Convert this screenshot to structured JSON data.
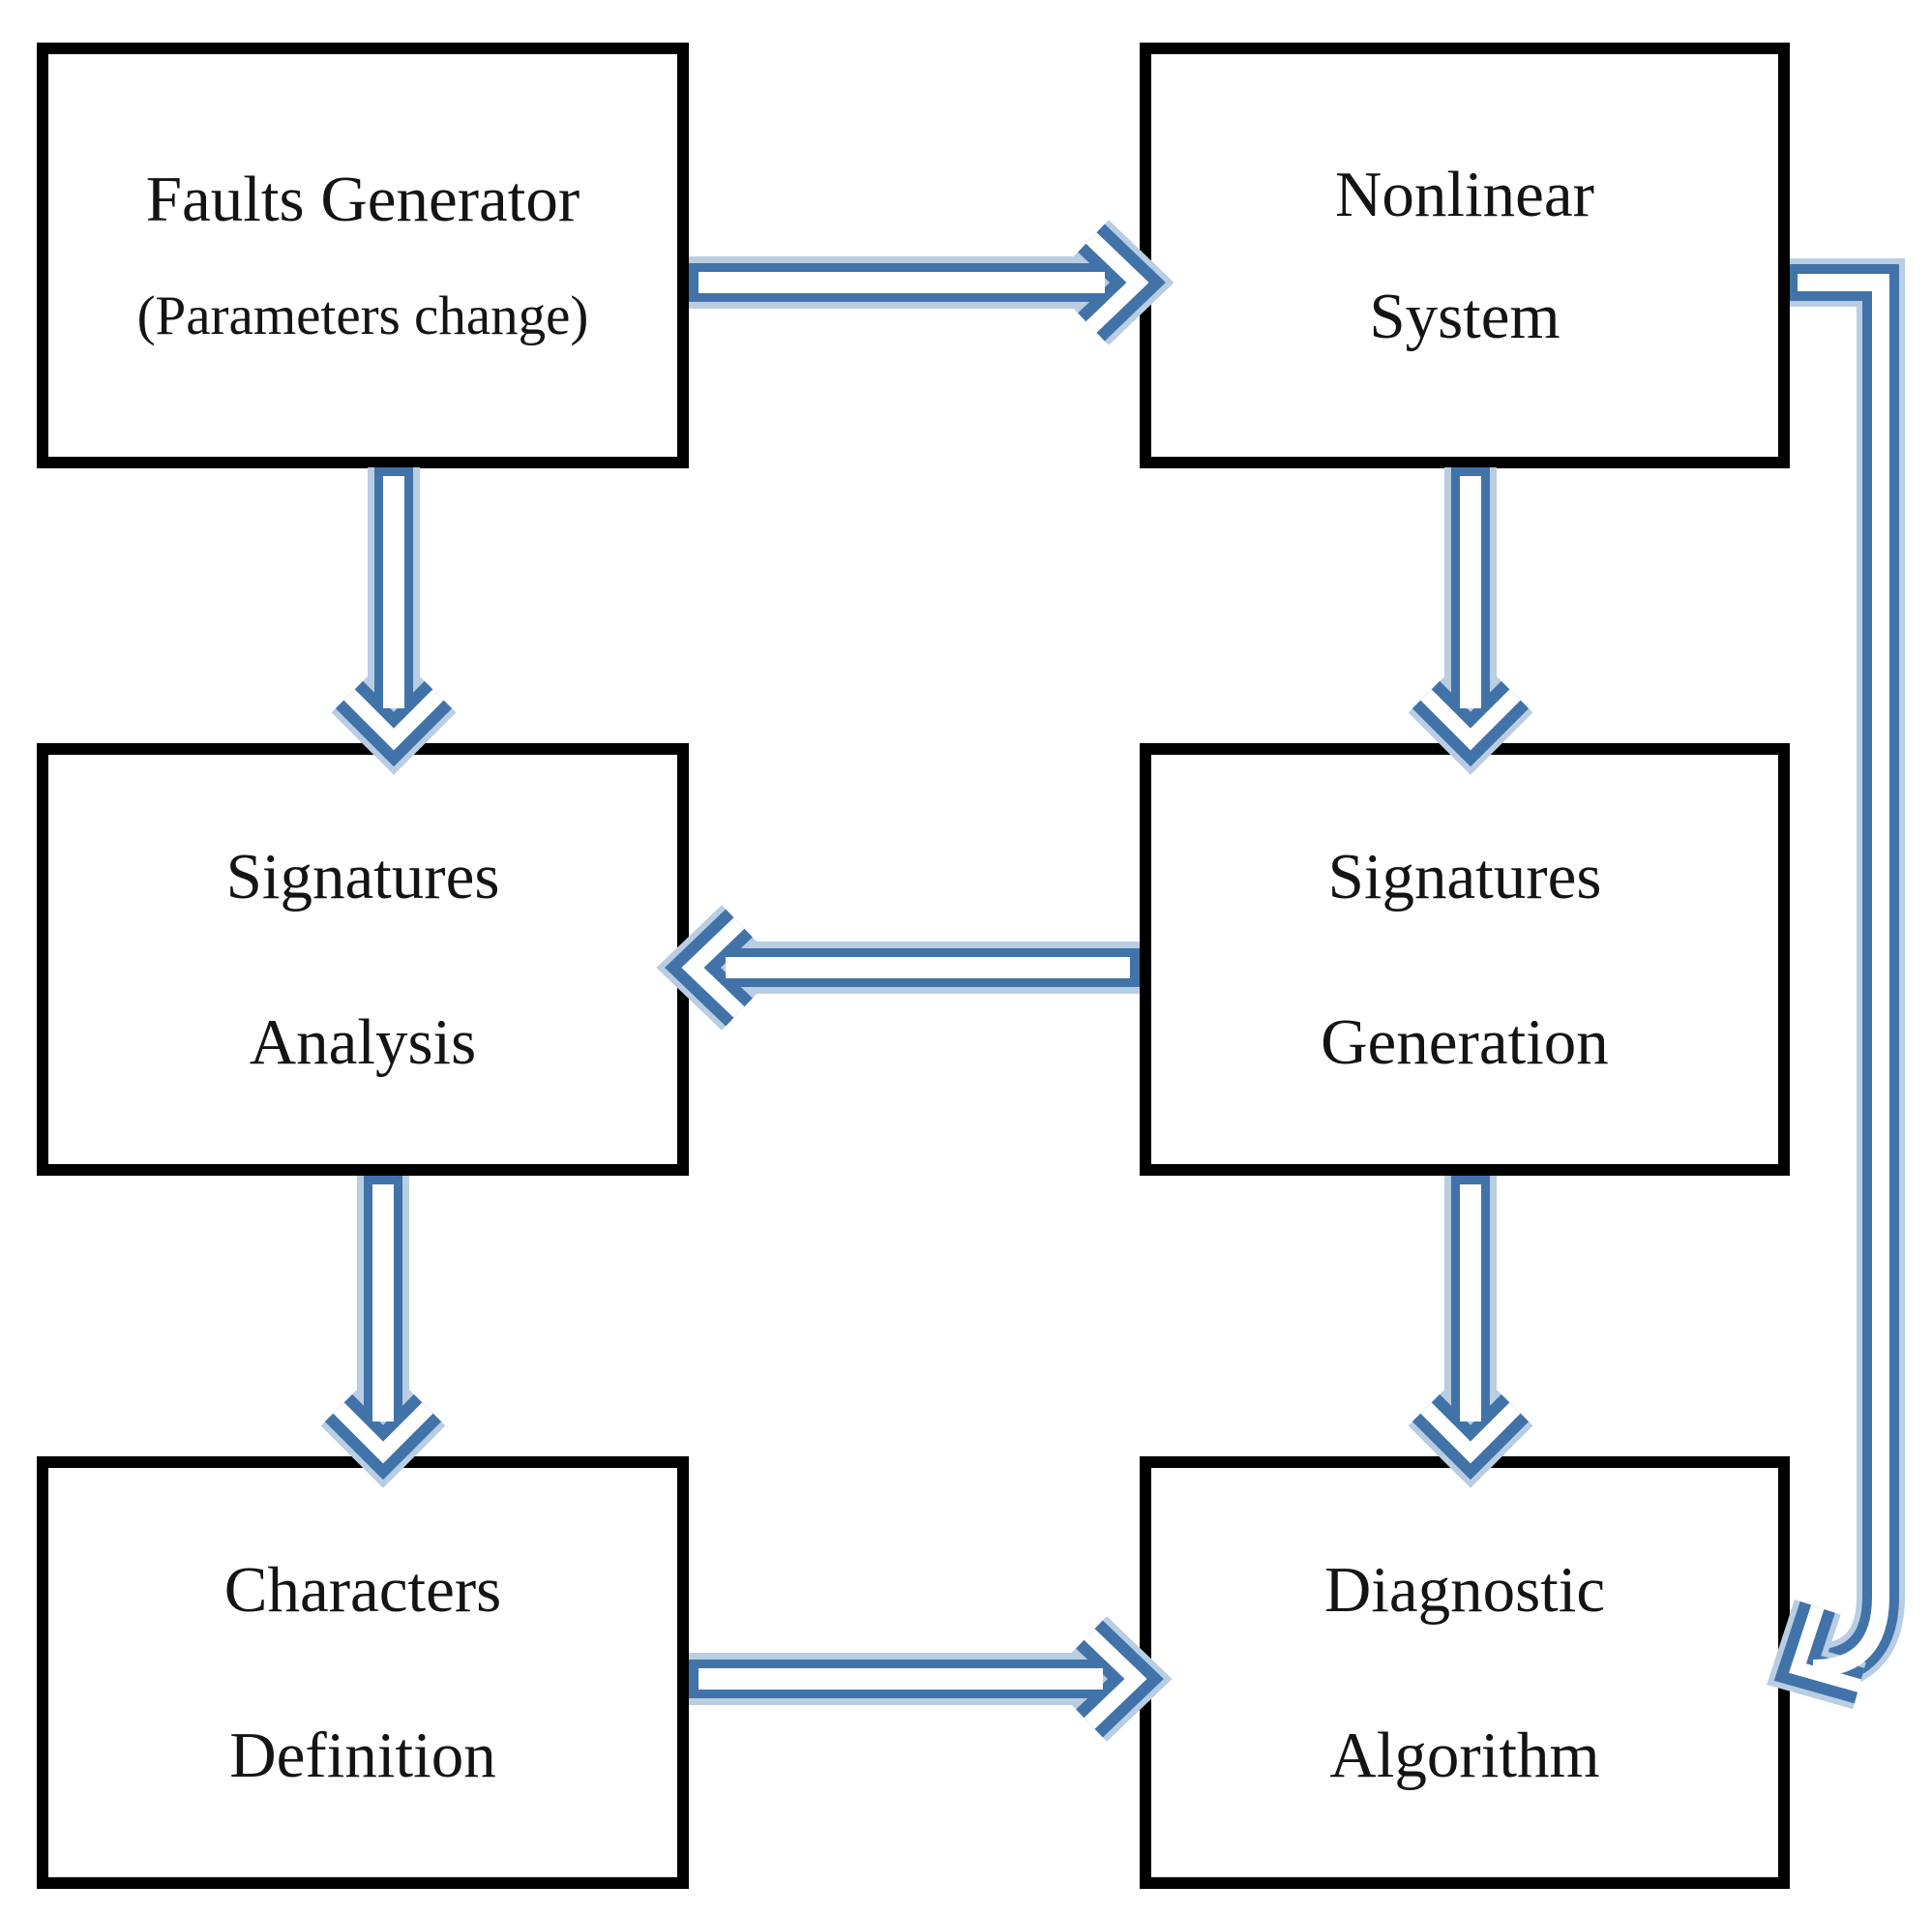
{
  "diagram": {
    "title": "Fault diagnosis scheme flowchart",
    "colors": {
      "background": "#ffffff",
      "box_border": "#000000",
      "box_fill": "#ffffff",
      "text": "#141414",
      "arrow_outline": "#4173a9",
      "arrow_fill": "#ffffff",
      "arrow_halo": "#b9cde3"
    },
    "boxes": [
      {
        "id": "faults-generator",
        "lines": [
          "Faults Generator",
          "(Parameters change)"
        ]
      },
      {
        "id": "nonlinear-system",
        "lines": [
          "Nonlinear",
          "System"
        ]
      },
      {
        "id": "signatures-analysis",
        "lines": [
          "Signatures",
          "Analysis"
        ]
      },
      {
        "id": "signatures-generation",
        "lines": [
          "Signatures",
          "Generation"
        ]
      },
      {
        "id": "characters-definition",
        "lines": [
          "Characters",
          "Definition"
        ]
      },
      {
        "id": "diagnostic-algorithm",
        "lines": [
          "Diagnostic",
          "Algorithm"
        ]
      }
    ],
    "connections": [
      {
        "from": "faults-generator",
        "to": "nonlinear-system",
        "shape": "straight-right"
      },
      {
        "from": "faults-generator",
        "to": "signatures-analysis",
        "shape": "straight-down"
      },
      {
        "from": "nonlinear-system",
        "to": "signatures-generation",
        "shape": "straight-down"
      },
      {
        "from": "signatures-generation",
        "to": "signatures-analysis",
        "shape": "straight-left"
      },
      {
        "from": "signatures-analysis",
        "to": "characters-definition",
        "shape": "straight-down"
      },
      {
        "from": "signatures-generation",
        "to": "diagnostic-algorithm",
        "shape": "straight-down"
      },
      {
        "from": "characters-definition",
        "to": "diagnostic-algorithm",
        "shape": "straight-right"
      },
      {
        "from": "nonlinear-system",
        "to": "diagnostic-algorithm",
        "shape": "elbow-right-side"
      }
    ]
  }
}
